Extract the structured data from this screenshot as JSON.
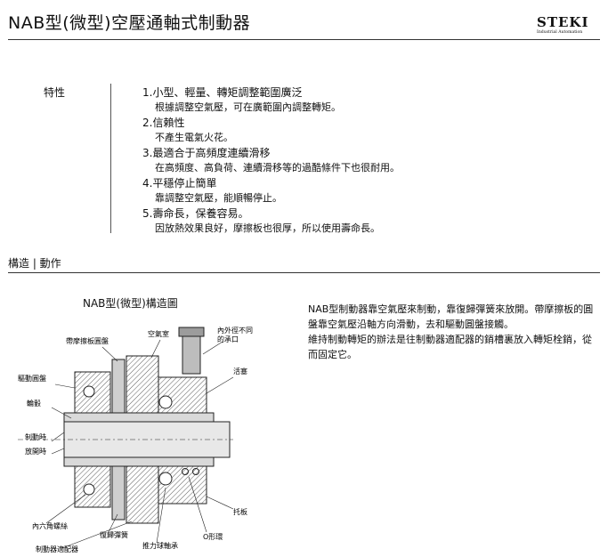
{
  "header": {
    "title": "NAB型(微型)空壓通軸式制動器",
    "logo_word": "STEKI",
    "logo_sub": "Industrial Automation"
  },
  "features": {
    "label": "特性",
    "items": [
      {
        "head": "1.小型、輕量、轉矩調整範圍廣泛",
        "desc": "根據調整空氣壓，可在廣範圍內調整轉矩。"
      },
      {
        "head": "2.信賴性",
        "desc": "不產生電氣火花。"
      },
      {
        "head": "3.最適合于高頻度連續滑移",
        "desc": "在高頻度、高負荷、連續滑移等的過酷條件下也很耐用。"
      },
      {
        "head": "4.平穩停止簡單",
        "desc": "靠調整空氣壓，能順暢停止。"
      },
      {
        "head": "5.壽命長，保養容易。",
        "desc": "因放熱效果良好，摩擦板也很厚，所以使用壽命長。"
      }
    ]
  },
  "structure": {
    "section_label": "構造 | 動作",
    "diagram_title": "NAB型(微型)構造圖",
    "description": [
      "NAB型制動器靠空氣壓來制動，靠復歸彈簧來放開。帶摩擦板的圓盤靠空氣壓沿軸方向滑動，去和驅動圓盤接觸。",
      "維持制動轉矩的辦法是往制動器適配器的銷槽裏放入轉矩栓銷，從而固定它。"
    ],
    "labels": {
      "friction_disc": "帶摩擦板圓盤",
      "air_chamber": "空氣室",
      "port_a": "內外徑不同",
      "port_b": "的承口",
      "piston": "活塞",
      "drive_disc": "驅動圓盤",
      "hub": "輪轂",
      "braking": "制動時",
      "releasing": "放開時",
      "hex_bolt": "內六角螺絲",
      "return_spring": "復歸彈簧",
      "thrust_bearing": "推力球軸承",
      "o_ring": "O形環",
      "retainer": "托板",
      "brake_adapter": "制動器適配器"
    }
  }
}
